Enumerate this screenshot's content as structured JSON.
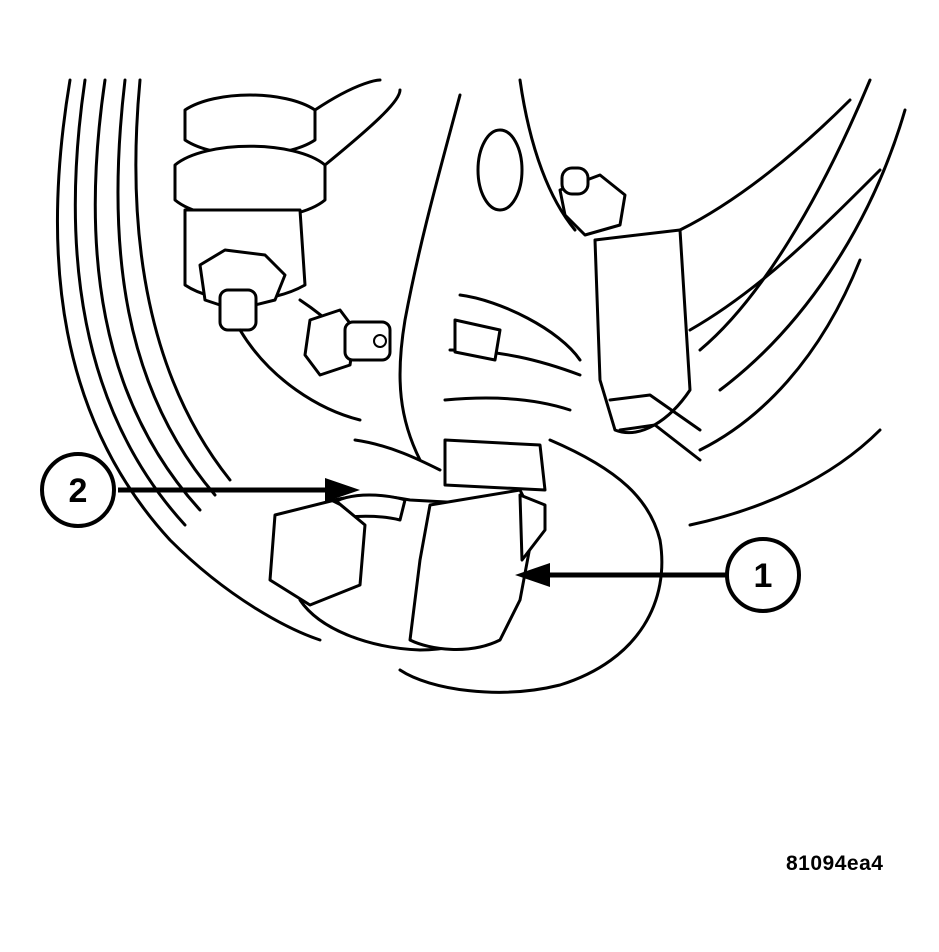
{
  "callouts": [
    {
      "label": "1"
    },
    {
      "label": "2"
    }
  ],
  "figure_id": "81094ea4",
  "colors": {
    "line": "#000000",
    "background": "#ffffff"
  }
}
